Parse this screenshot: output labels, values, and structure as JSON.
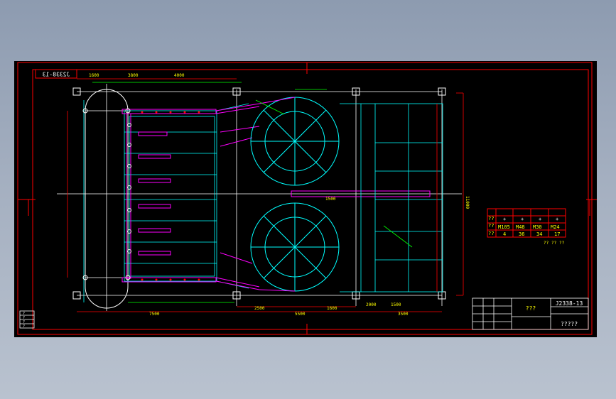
{
  "drawing": {
    "number": "J2338-13",
    "number_mirrored": "J2338-13",
    "title_text": "???",
    "title_footer": "?????",
    "colors": {
      "background": "#000000",
      "frame": "#ff0000",
      "centerline": "#ffffff",
      "cyan": "#00ffff",
      "magenta": "#ff00ff",
      "yellow": "#ffff00",
      "green": "#00ff00"
    }
  },
  "dims": {
    "top_left_1": "1600",
    "top_left_2": "3800",
    "top_left_3": "4000",
    "bottom_1": "7500",
    "bottom_2": "2500",
    "bottom_3": "5500",
    "bottom_4": "1600",
    "bottom_5": "2000",
    "bottom_6": "1500",
    "bottom_7": "3500",
    "right_total": "11000",
    "center_label": "1500"
  },
  "bolt_table": {
    "row_headers": [
      "??",
      "??",
      "??"
    ],
    "symbols": [
      "+",
      "+",
      "+",
      "+"
    ],
    "bolts": [
      "M105",
      "M48",
      "M30",
      "M24"
    ],
    "counts": [
      "4",
      "36",
      "34",
      "17"
    ],
    "legend": [
      "??",
      "??",
      "??"
    ]
  },
  "left_stamp": [
    "?",
    "?",
    "?",
    "?"
  ]
}
